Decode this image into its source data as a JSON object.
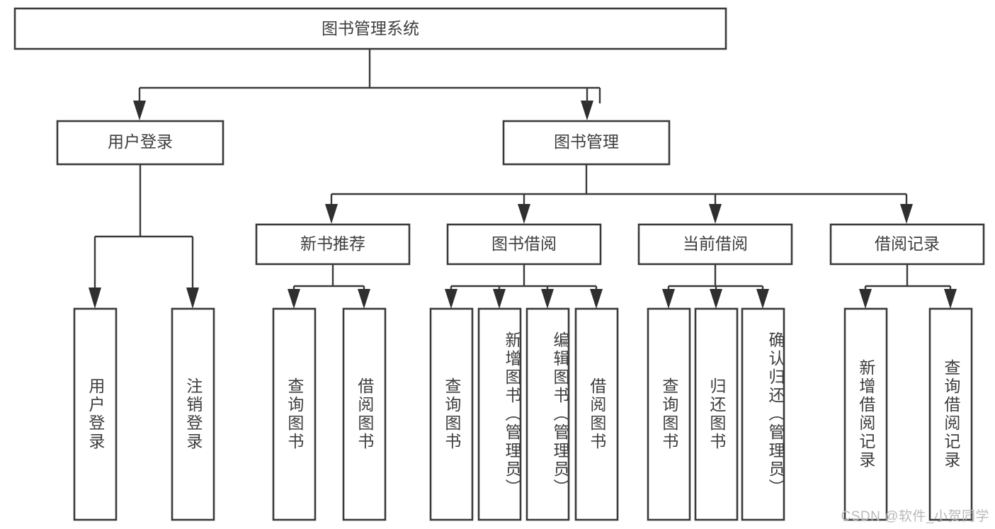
{
  "diagram": {
    "title": "图书管理系统",
    "type": "tree-hierarchy",
    "watermark": "CSDN @软件_小贺同学",
    "colors": {
      "box_stroke": "#3a3a3a",
      "box_fill": "#ffffff",
      "text": "#3d3d3d",
      "connector": "#3a3a3a",
      "watermark": "#b9b9b9",
      "background": "#ffffff"
    },
    "root": {
      "label": "图书管理系统"
    },
    "level2": [
      {
        "label": "用户登录"
      },
      {
        "label": "图书管理"
      }
    ],
    "level3": [
      {
        "label": "新书推荐"
      },
      {
        "label": "图书借阅"
      },
      {
        "label": "当前借阅"
      },
      {
        "label": "借阅记录"
      }
    ],
    "leaves": {
      "user_login": [
        {
          "label": "用户登录"
        },
        {
          "label": "注销登录"
        }
      ],
      "new_book_recommend": [
        {
          "label": "查询图书"
        },
        {
          "label": "借阅图书"
        }
      ],
      "book_borrow": [
        {
          "label": "查询图书"
        },
        {
          "label": "新增图书（管理员）"
        },
        {
          "label": "编辑图书（管理员）"
        },
        {
          "label": "借阅图书"
        }
      ],
      "current_borrow": [
        {
          "label": "查询图书"
        },
        {
          "label": "归还图书"
        },
        {
          "label": "确认归还（管理员）"
        }
      ],
      "borrow_record": [
        {
          "label": "新增借阅记录"
        },
        {
          "label": "查询借阅记录"
        }
      ]
    }
  }
}
